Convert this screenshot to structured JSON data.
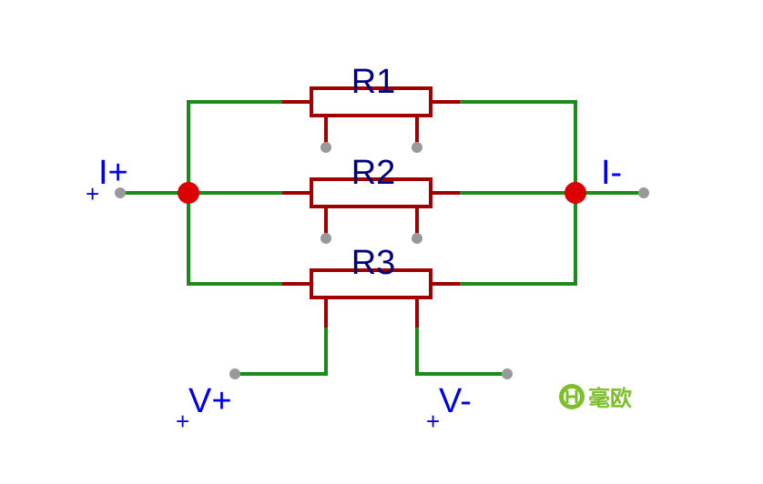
{
  "diagram": {
    "resistors": [
      {
        "label": "R1"
      },
      {
        "label": "R2"
      },
      {
        "label": "R3"
      }
    ],
    "terminals": {
      "i_plus": "I+",
      "i_minus": "I-",
      "v_plus": "V+",
      "v_minus": "V-",
      "plus_marker": "+"
    },
    "logo": {
      "text": "毫欧",
      "icon": "h-logo-icon",
      "color": "#7cbf2a"
    },
    "colors": {
      "wire": "#1a8a1a",
      "resistor": "#a00000",
      "junction": "#dd0000",
      "terminal": "#999999",
      "label_blue": "#0000ee",
      "label_navy": "#000080"
    }
  }
}
